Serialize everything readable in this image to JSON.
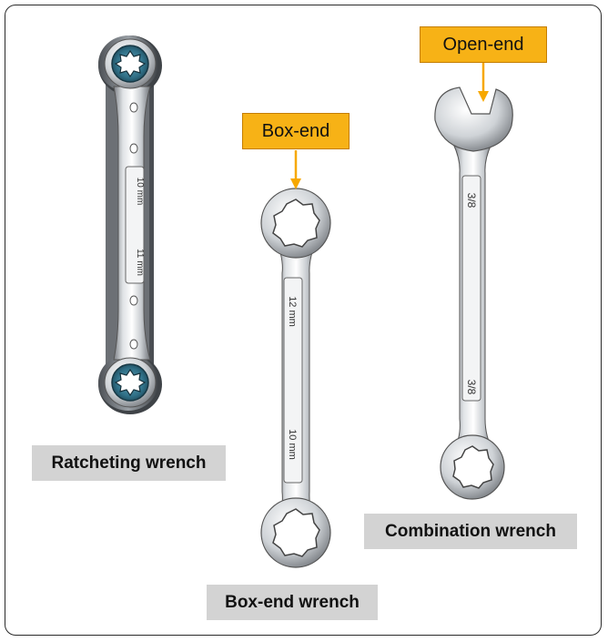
{
  "labels": {
    "ratcheting": "Ratcheting wrench",
    "box_end": "Box-end wrench",
    "combination": "Combination wrench"
  },
  "callouts": {
    "box_end": "Box-end",
    "open_end": "Open-end"
  },
  "markings": {
    "ratchet_top": "10 mm",
    "ratchet_bottom": "11 mm",
    "box_top": "12 mm",
    "box_bottom": "10 mm",
    "combo_top": "3/8",
    "combo_bottom": "3/8"
  },
  "colors": {
    "callout_fill": "#f7b216",
    "label_fill": "#d3d3d3",
    "ratchet_gear": "#2f6f86"
  }
}
